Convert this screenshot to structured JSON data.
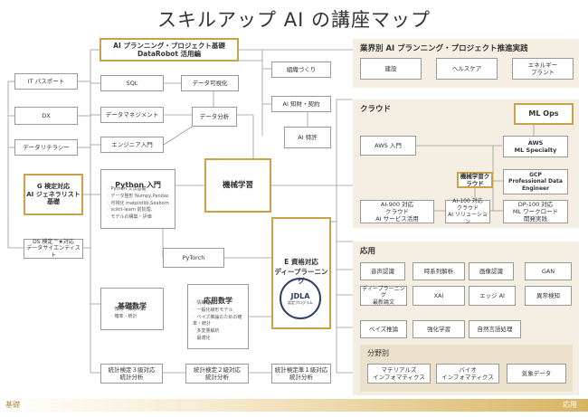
{
  "title": "スキルアップ AI の講座マップ",
  "left": {
    "it_passport": "IT パスポート",
    "dx": "DX",
    "data_literacy": "データリテラシー",
    "g_kentei": "G 検定対応\nAI ジェネラリスト\n基礎",
    "ds_kentei": "DS 検定™★対応\nデータサイエンティスト"
  },
  "col2": {
    "ai_planning": "AI プランニング・プロジェクト基礎\nDataRobot 活用編",
    "sql": "SQL",
    "data_mgmt": "データマネジメント",
    "engineer": "エンジニア入門",
    "python_title": "Python 入門",
    "python_items": [
      "Python 文法基礎",
      "データ整形 Numpy,Pandas",
      "可視化 matplotlib,Seaborn",
      "scikit-learn 前処理、",
      "モデルの構築・評価"
    ],
    "kiso_math_title": "基礎数学",
    "kiso_math_items": [
      "微分・線形代数",
      "確率・統計"
    ],
    "stat3": "統計検定３級対応\n統計分析"
  },
  "col3": {
    "data_viz": "データ可視化",
    "data_analysis": "データ分析",
    "pytorch": "PyTorch",
    "applied_math_title": "応用数学",
    "applied_math_items": [
      "情報理論",
      "一般化線形モデル",
      "ベイズ推論のための確率・統計",
      "多変量解析",
      "最適化"
    ],
    "stat2": "統計検定２級対応\n統計分析"
  },
  "col4": {
    "machine_learning": "機械学習",
    "org_building": "組織づくり",
    "ai_ip": "AI 知財・契約",
    "ai_patent": "AI 特許",
    "e_kentei": "E 資格対応\nディープラーニング",
    "badge_main": "JDLA",
    "badge_sub": "認定プログラム",
    "stat1": "統計検定準１級対応\n統計分析"
  },
  "industry": {
    "title": "業界別 AI プランニング・プロジェクト推進実践",
    "items": [
      "建設",
      "ヘルスケア",
      "エネルギー\nプラント"
    ]
  },
  "cloud": {
    "title": "クラウド",
    "mlops": "ML Ops",
    "aws_intro": "AWS 入門",
    "aws_ml": "AWS\nML Specialty",
    "ml_cloud": "機械学習クラウド",
    "gcp": "GCP\nProfessional Data\nEngineer",
    "ai900": "AI-900 対応\nクラウド\nAI サービス活用",
    "ai100": "AI-100 対応\nクラウド\nAI ソリューション",
    "dp100": "DP-100 対応\nML ワークロード\n開発実践"
  },
  "applied": {
    "title": "応用",
    "row1": [
      "音声認識",
      "時系列解析",
      "画像認識",
      "GAN"
    ],
    "row2": [
      "ディープラーニング\n最新論文",
      "XAI",
      "エッジ AI",
      "異常検知"
    ],
    "row3": [
      "ベイズ推論",
      "強化学習",
      "自然言語処理"
    ],
    "field_title": "分野別",
    "fields": [
      "マテリアルズ\nインフォマティクス",
      "バイオ\nインフォマティクス",
      "気象データ"
    ]
  },
  "axis": {
    "left": "基礎",
    "right": "応用"
  }
}
